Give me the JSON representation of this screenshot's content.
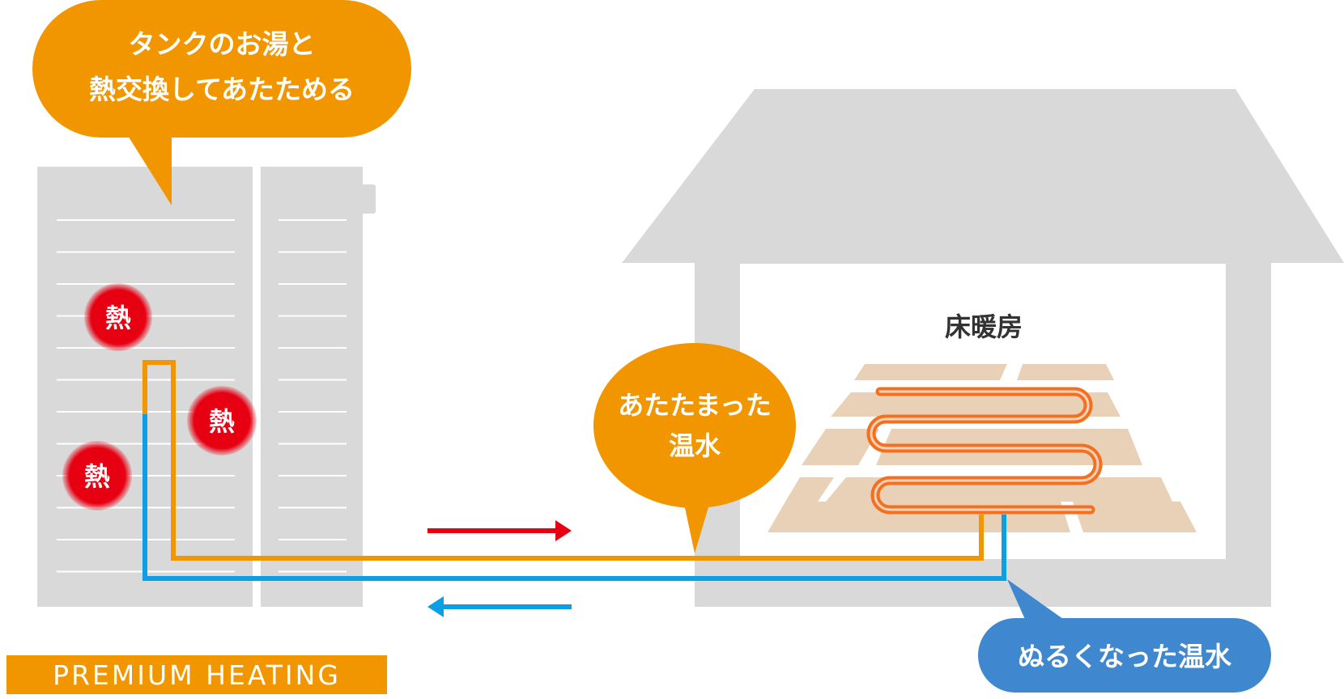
{
  "callouts": {
    "tank_line1": "タンクのお湯と",
    "tank_line2": "熱交換してあたためる",
    "warm_line1": "あたたまった",
    "warm_line2": "温水",
    "cool": "ぬるくなった温水"
  },
  "heat_badge": "熱",
  "floor_heating_label": "床暖房",
  "brand": "PREMIUM HEATING",
  "colors": {
    "orange": "#f29600",
    "blue": "#3f88cf",
    "pipe_blue": "#0ba0e6",
    "red": "#e60012",
    "gray": "#d9d9d9",
    "floor_tile": "#e8d1b6",
    "floor_pipe": "#f37021"
  }
}
